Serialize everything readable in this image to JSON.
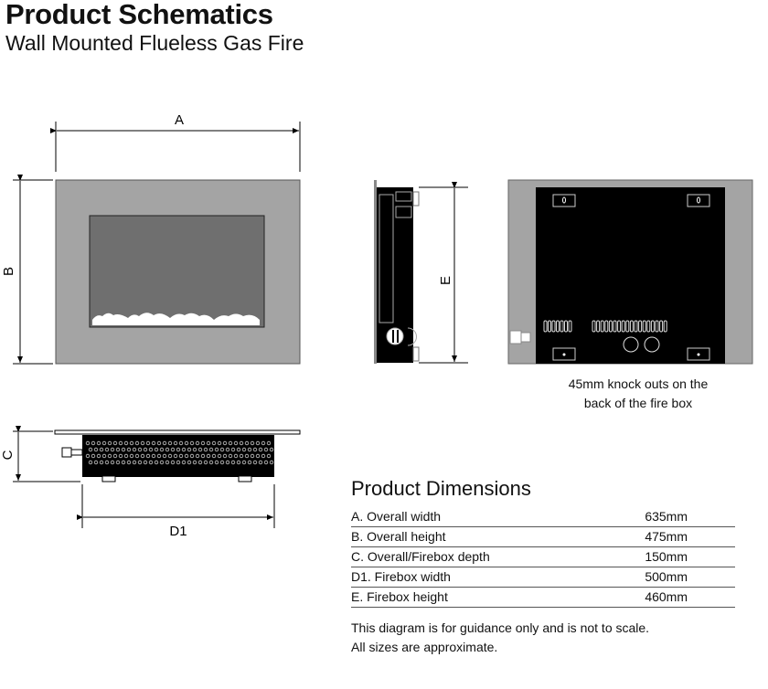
{
  "header": {
    "title": "Product Schematics",
    "subtitle": "Wall Mounted Flueless Gas Fire"
  },
  "diagram_labels": {
    "a": "A",
    "b": "B",
    "c": "C",
    "d1": "D1",
    "e": "E"
  },
  "back_view_note": {
    "line1": "45mm knock outs on the",
    "line2": "back of the fire box"
  },
  "dimensions": {
    "title": "Product Dimensions",
    "rows": [
      {
        "label": "A. Overall width",
        "value": "635mm"
      },
      {
        "label": "B. Overall height",
        "value": "475mm"
      },
      {
        "label": "C. Overall/Firebox depth",
        "value": "150mm"
      },
      {
        "label": "D1. Firebox width",
        "value": "500mm"
      },
      {
        "label": "E. Firebox height",
        "value": "460mm"
      }
    ]
  },
  "footnote": {
    "line1": "This diagram is for guidance only and is not to scale.",
    "line2": "All sizes are approximate."
  },
  "colors": {
    "frame_gray": "#a4a4a4",
    "glass_gray": "#6f6f6f",
    "body_black": "#000000"
  }
}
